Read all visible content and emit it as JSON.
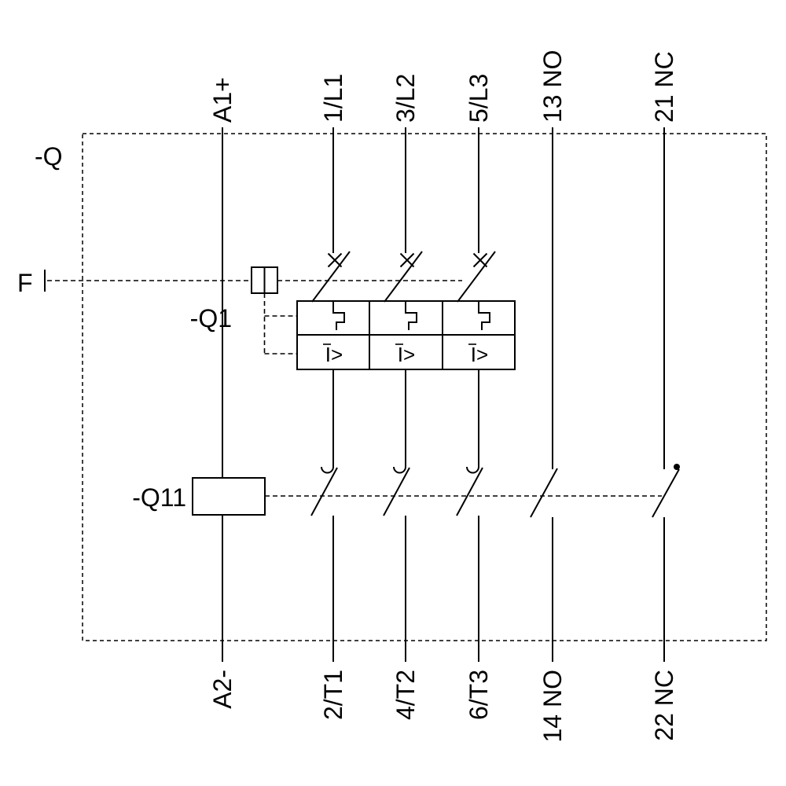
{
  "diagram": {
    "device_label": "-Q",
    "release_label": "F",
    "breaker_label": "-Q1",
    "coil_label": "-Q11",
    "overload_symbol": "I>",
    "terminals": {
      "top": [
        "A1+",
        "1/L1",
        "3/L2",
        "5/L3",
        "13 NO",
        "21 NC"
      ],
      "bottom": [
        "A2-",
        "2/T1",
        "4/T2",
        "6/T3",
        "14 NO",
        "22 NC"
      ]
    },
    "colors": {
      "line": "#000000",
      "background": "#ffffff",
      "text": "#000000"
    }
  }
}
